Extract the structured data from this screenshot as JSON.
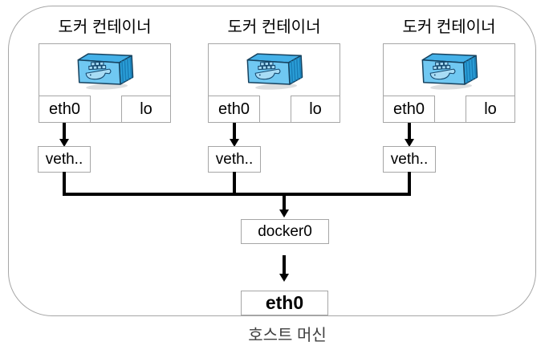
{
  "diagram": {
    "host_label": "호스트 머신",
    "bridge": {
      "label": "docker0"
    },
    "host_interface": {
      "label": "eth0"
    },
    "containers": [
      {
        "title": "도커 컨테이너",
        "interfaces": {
          "eth0": "eth0",
          "lo": "lo"
        },
        "veth": "veth.."
      },
      {
        "title": "도커 컨테이너",
        "interfaces": {
          "eth0": "eth0",
          "lo": "lo"
        },
        "veth": "veth.."
      },
      {
        "title": "도커 컨테이너",
        "interfaces": {
          "eth0": "eth0",
          "lo": "lo"
        },
        "veth": "veth.."
      }
    ],
    "icons": {
      "container": "docker-container-icon"
    },
    "colors": {
      "box_border": "#a6a6a6",
      "line": "#000000",
      "text": "#000000",
      "host_label_text": "#3f3f3f",
      "icon_front": "#70c8f2",
      "icon_side": "#2b9fd8",
      "icon_top": "#45b1e8",
      "icon_outline": "#16425f"
    }
  }
}
